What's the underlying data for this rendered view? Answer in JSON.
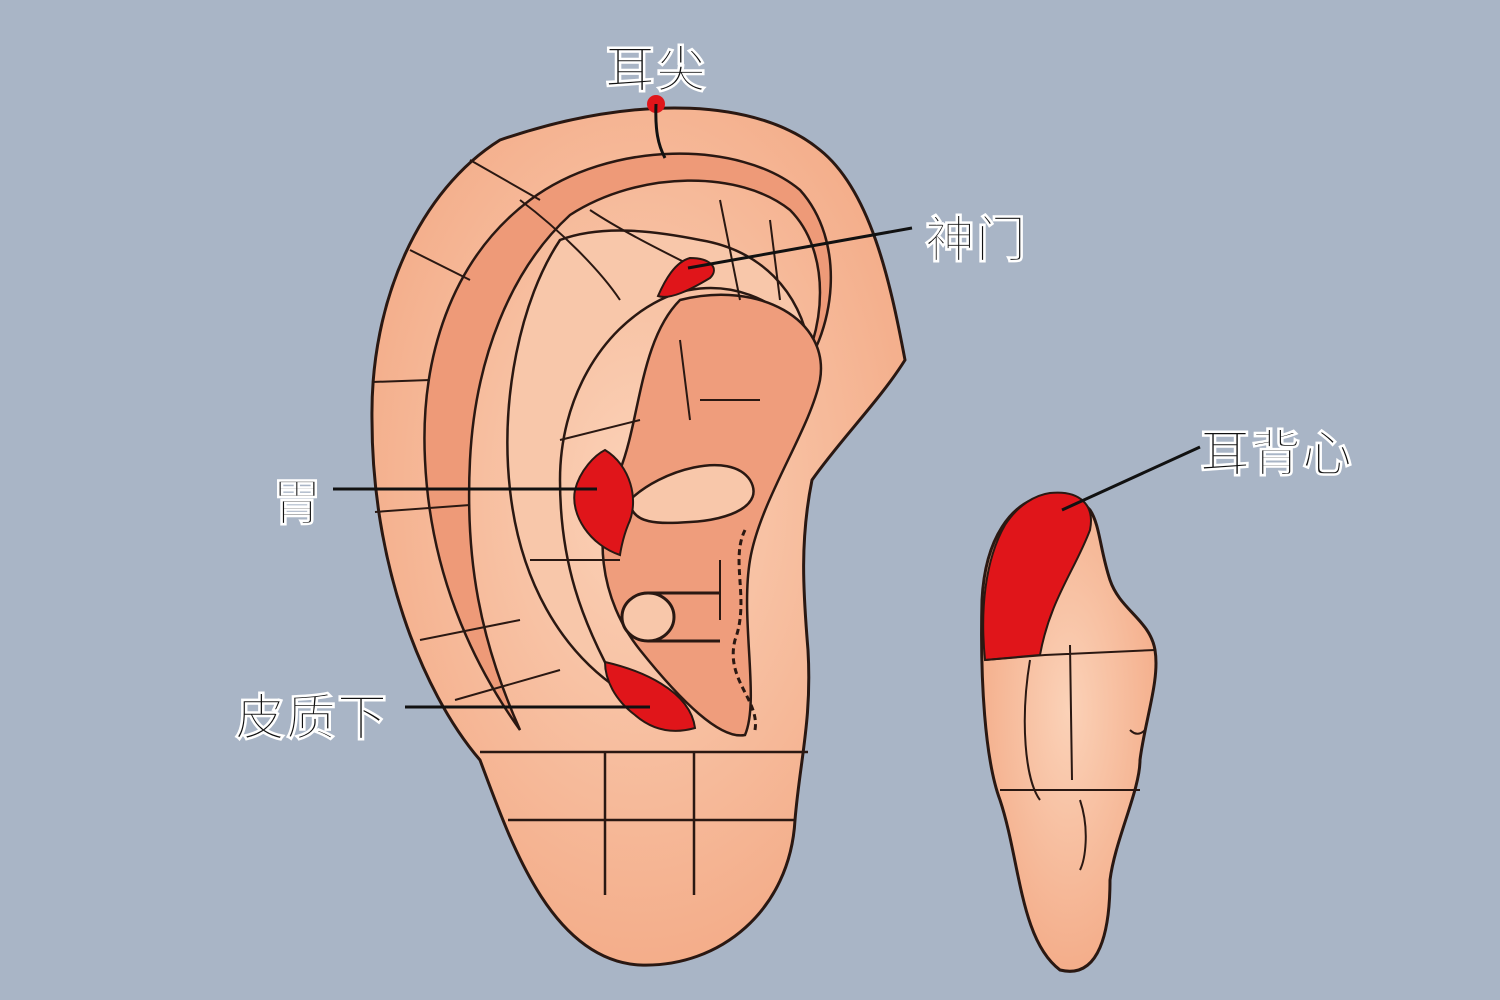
{
  "labels": {
    "ear_apex": "耳尖",
    "shenmen": "神门",
    "stomach": "胃",
    "subcortex": "皮质下",
    "ear_back_heart": "耳背心"
  },
  "colors": {
    "background": "#a9b5c6",
    "skin": "#f8c4a6",
    "skin_shadow": "#e98e6c",
    "highlight_point": "#e0151a",
    "outline": "#2a1812"
  }
}
